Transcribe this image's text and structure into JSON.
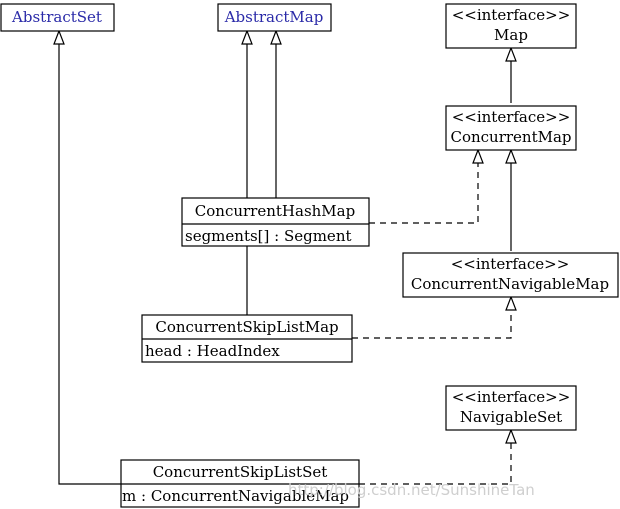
{
  "classes": {
    "abstract_set": {
      "name": "AbstractSet"
    },
    "abstract_map": {
      "name": "AbstractMap"
    },
    "map": {
      "stereotype": "<<interface>>",
      "name": "Map"
    },
    "concurrent_map": {
      "stereotype": "<<interface>>",
      "name": "ConcurrentMap"
    },
    "concurrent_hash_map": {
      "name": "ConcurrentHashMap",
      "field": "segments[] : Segment"
    },
    "concurrent_navigable_map": {
      "stereotype": "<<interface>>",
      "name": "ConcurrentNavigableMap"
    },
    "concurrent_skip_list_map": {
      "name": "ConcurrentSkipListMap",
      "field": "head : HeadIndex"
    },
    "navigable_set": {
      "stereotype": "<<interface>>",
      "name": "NavigableSet"
    },
    "concurrent_skip_list_set": {
      "name": "ConcurrentSkipListSet",
      "field": "m : ConcurrentNavigableMap"
    }
  },
  "watermark": "http://blog.csdn.net/SunshineTan"
}
